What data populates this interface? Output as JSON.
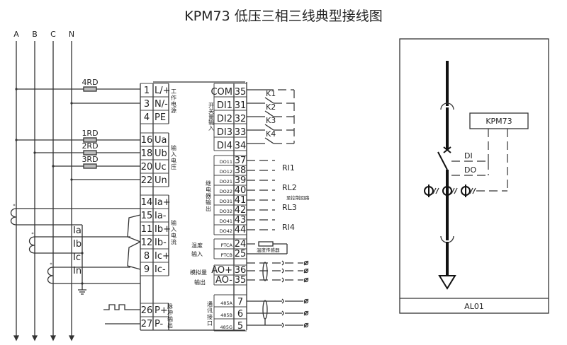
{
  "title": "KPM73 低压三相三线典型接线图",
  "phases": [
    "A",
    "B",
    "C",
    "N"
  ],
  "fuses": {
    "f4": "4RD",
    "f1": "1RD",
    "f2": "2RD",
    "f3": "3RD"
  },
  "left_terminals": [
    {
      "num": "1",
      "label": "L/+"
    },
    {
      "num": "3",
      "label": "N/-"
    },
    {
      "num": "4",
      "label": "PE"
    },
    {
      "num": "16",
      "label": "Ua"
    },
    {
      "num": "18",
      "label": "Ub"
    },
    {
      "num": "20",
      "label": "Uc"
    },
    {
      "num": "22",
      "label": "Un"
    },
    {
      "num": "14",
      "label": "Ia+"
    },
    {
      "num": "15",
      "label": "Ia-"
    },
    {
      "num": "11",
      "label": "Ib+"
    },
    {
      "num": "12",
      "label": "Ib-"
    },
    {
      "num": "8",
      "label": "Ic+"
    },
    {
      "num": "9",
      "label": "Ic-"
    },
    {
      "num": "26",
      "label": "P+"
    },
    {
      "num": "27",
      "label": "P-"
    }
  ],
  "right_terminals": [
    {
      "num": "35",
      "label": "COM"
    },
    {
      "num": "31",
      "label": "DI1"
    },
    {
      "num": "32",
      "label": "DI2"
    },
    {
      "num": "33",
      "label": "DI3"
    },
    {
      "num": "34",
      "label": "DI4"
    },
    {
      "num": "37",
      "label": "DO11"
    },
    {
      "num": "38",
      "label": "DO12"
    },
    {
      "num": "39",
      "label": "DO21"
    },
    {
      "num": "40",
      "label": "DO22"
    },
    {
      "num": "41",
      "label": "DO31"
    },
    {
      "num": "42",
      "label": "DO32"
    },
    {
      "num": "43",
      "label": "DO41"
    },
    {
      "num": "44",
      "label": "DO42"
    },
    {
      "num": "24",
      "label": "PTCA"
    },
    {
      "num": "25",
      "label": "PTCB"
    },
    {
      "num": "36",
      "label": "AO+"
    },
    {
      "num": "35",
      "label": "AO-"
    },
    {
      "num": "7",
      "label": "485A"
    },
    {
      "num": "6",
      "label": "485B"
    },
    {
      "num": "5",
      "label": "485G"
    }
  ],
  "group_labels": {
    "power": "工作电源",
    "voltage_in": "输入电压",
    "current_in": "输入电流",
    "pulse_out": "脉冲输出",
    "switch_in": "开关量输入",
    "relay_out": "继电器输出",
    "temp_in": "温度输入",
    "analog_out": "模拟量输出",
    "comm": "通讯接口"
  },
  "switches": [
    "K1",
    "K2",
    "K3",
    "K4"
  ],
  "relays": [
    "RI1",
    "RL2",
    "RL3",
    "RI4"
  ],
  "control_circuit": "至控制回路",
  "temp_sensor": "温度传感器",
  "ct_labels": [
    "Ia",
    "Ib",
    "Ic",
    "In"
  ],
  "panel": {
    "device": "KPM73",
    "di": "DI",
    "do": "DO",
    "footer": "AL01"
  }
}
